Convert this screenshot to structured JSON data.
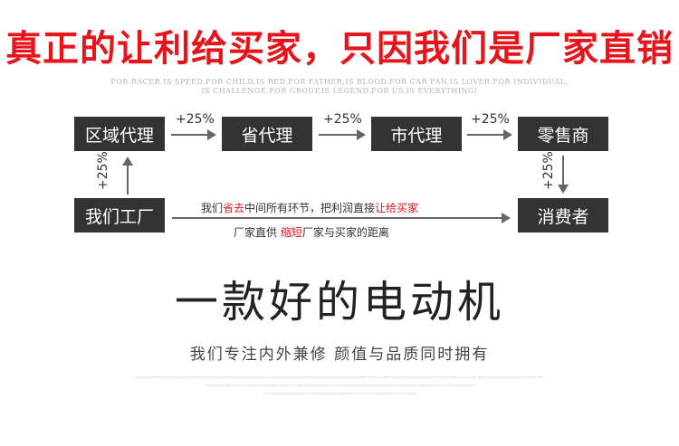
{
  "headline": "真正的让利给买家，只因我们是厂家直销",
  "subtext": [
    "FOR RACER,IS SPEED.FOR CHILD,IS RED.FOR FATHER,IS BLOOD.FOR CAR FAN,IS LOVER.FOR INDIVIDUAL,",
    "IS CHALLENGE.FOR GROUP,IS LEGEND.FOR US,IS EVERYTHING!"
  ],
  "flow": {
    "top": [
      "区域代理",
      "省代理",
      "市代理",
      "零售商"
    ],
    "increments": [
      "+25%",
      "+25%",
      "+25%"
    ],
    "left_increment": "+25%",
    "right_increment": "+25%",
    "factory": "我们工厂",
    "consumer": "消费者",
    "direct_line_1": {
      "part1": "我们",
      "highlight1": "省去",
      "part2": "中间所有环节，把利润直接",
      "highlight2": "让给买家"
    },
    "direct_line_2": {
      "part1": "厂家直供 ",
      "highlight": "缩短",
      "part2": "厂家与买家的距离"
    }
  },
  "product": {
    "title": "一款好的电动机",
    "tagline": "我们专注内外兼修  颜值与品质同时拥有"
  },
  "fine_print": [
    "FORRACERSISSPEEDFORCHILDISREDFORFATHERISBLOODFORCARFANISLOVERFORINDIVIDUALISCHALLENGEFORGROUPISLEGENDFORUSISEVERYTHINGFORRACERSISSPEEDFORCHILDISREDFORFATHERISBLOODFORCARFANISLOVERFORINDIVIDUALISCHALLENGEFORGROUPISLEGENDFORUSISEVERYTHING",
    "FORRACERSISSPEEDFORCHILDISREDFORFATHERISBLOODFORCARFANISLOVERFORINDIVIDUALISCHALLENGEFORGROUPISLEGENDFORUSISEVERYTHINGFORRACERSISSPEEDFORCHILDISREDFORFATHER",
    "FORGROUPISLEGENDFORUSISEVERYTHINGFORRACERSISSPEEDFORCHILDISREDFORFATHERISBLOODFORCARFAN"
  ]
}
